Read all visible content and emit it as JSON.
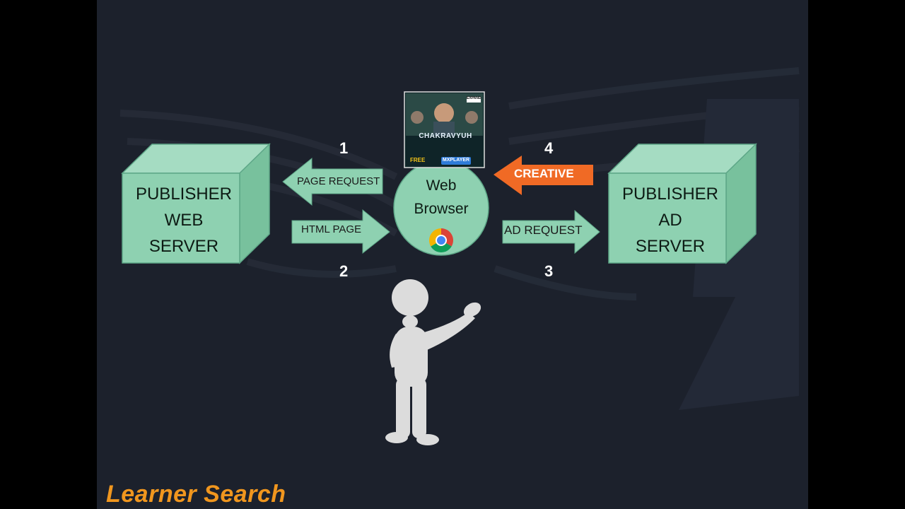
{
  "servers": {
    "left": {
      "lines": [
        "PUBLISHER",
        "WEB",
        "SERVER"
      ]
    },
    "right": {
      "lines": [
        "PUBLISHER",
        "AD",
        "SERVER"
      ]
    }
  },
  "browser": {
    "lines": [
      "Web",
      "Browser"
    ],
    "icon": "chrome-icon"
  },
  "poster": {
    "title": "CHAKRAVYUH",
    "badge": "EXPAND",
    "free": "FREE",
    "player": "MXPLAYER"
  },
  "arrows": {
    "page_request": {
      "label": "PAGE REQUEST",
      "step": "1"
    },
    "html_page": {
      "label": "HTML PAGE",
      "step": "2"
    },
    "ad_request": {
      "label": "AD REQUEST",
      "step": "3"
    },
    "creative": {
      "label": "CREATIVE",
      "step": "4"
    }
  },
  "brand": "Learner Search",
  "colors": {
    "box": "#8ed1b1",
    "box_side": "#7cc39f",
    "box_edge": "#5ea788",
    "creative": "#f06a25",
    "brand": "#f0961e"
  }
}
